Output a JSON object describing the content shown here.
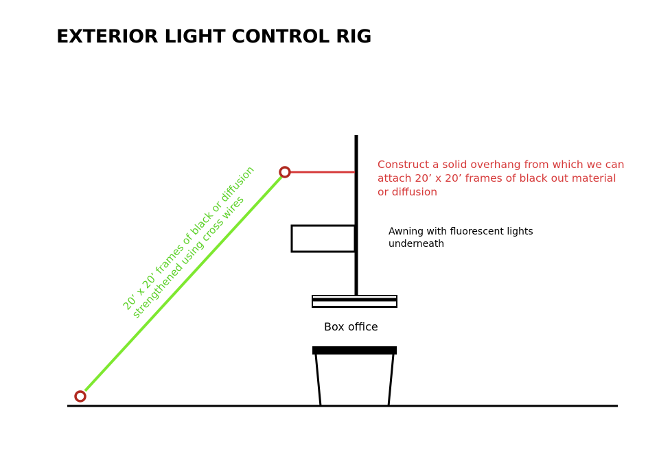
{
  "title": "EXTERIOR LIGHT CONTROL RIG",
  "annotations": {
    "overhang": {
      "lines": [
        "Construct a solid overhang from which we can",
        "attach 20’ x 20’  frames of black out material",
        "or diffusion"
      ],
      "color": "#d63a3a"
    },
    "awning": {
      "lines": [
        "Awning with fluorescent lights",
        "underneath"
      ],
      "color": "#000000"
    },
    "box_office": {
      "label": "Box office",
      "color": "#000000"
    },
    "frames": {
      "lines": [
        "20’ x 20’ frames of black or diffusion",
        "strengthened using cross wires"
      ],
      "color": "#5cd128"
    }
  },
  "colors": {
    "structure": "#000000",
    "overhang_arm": "#d63a3a",
    "anchor_point": "#b02a20",
    "frame_line": "#7ee830"
  }
}
